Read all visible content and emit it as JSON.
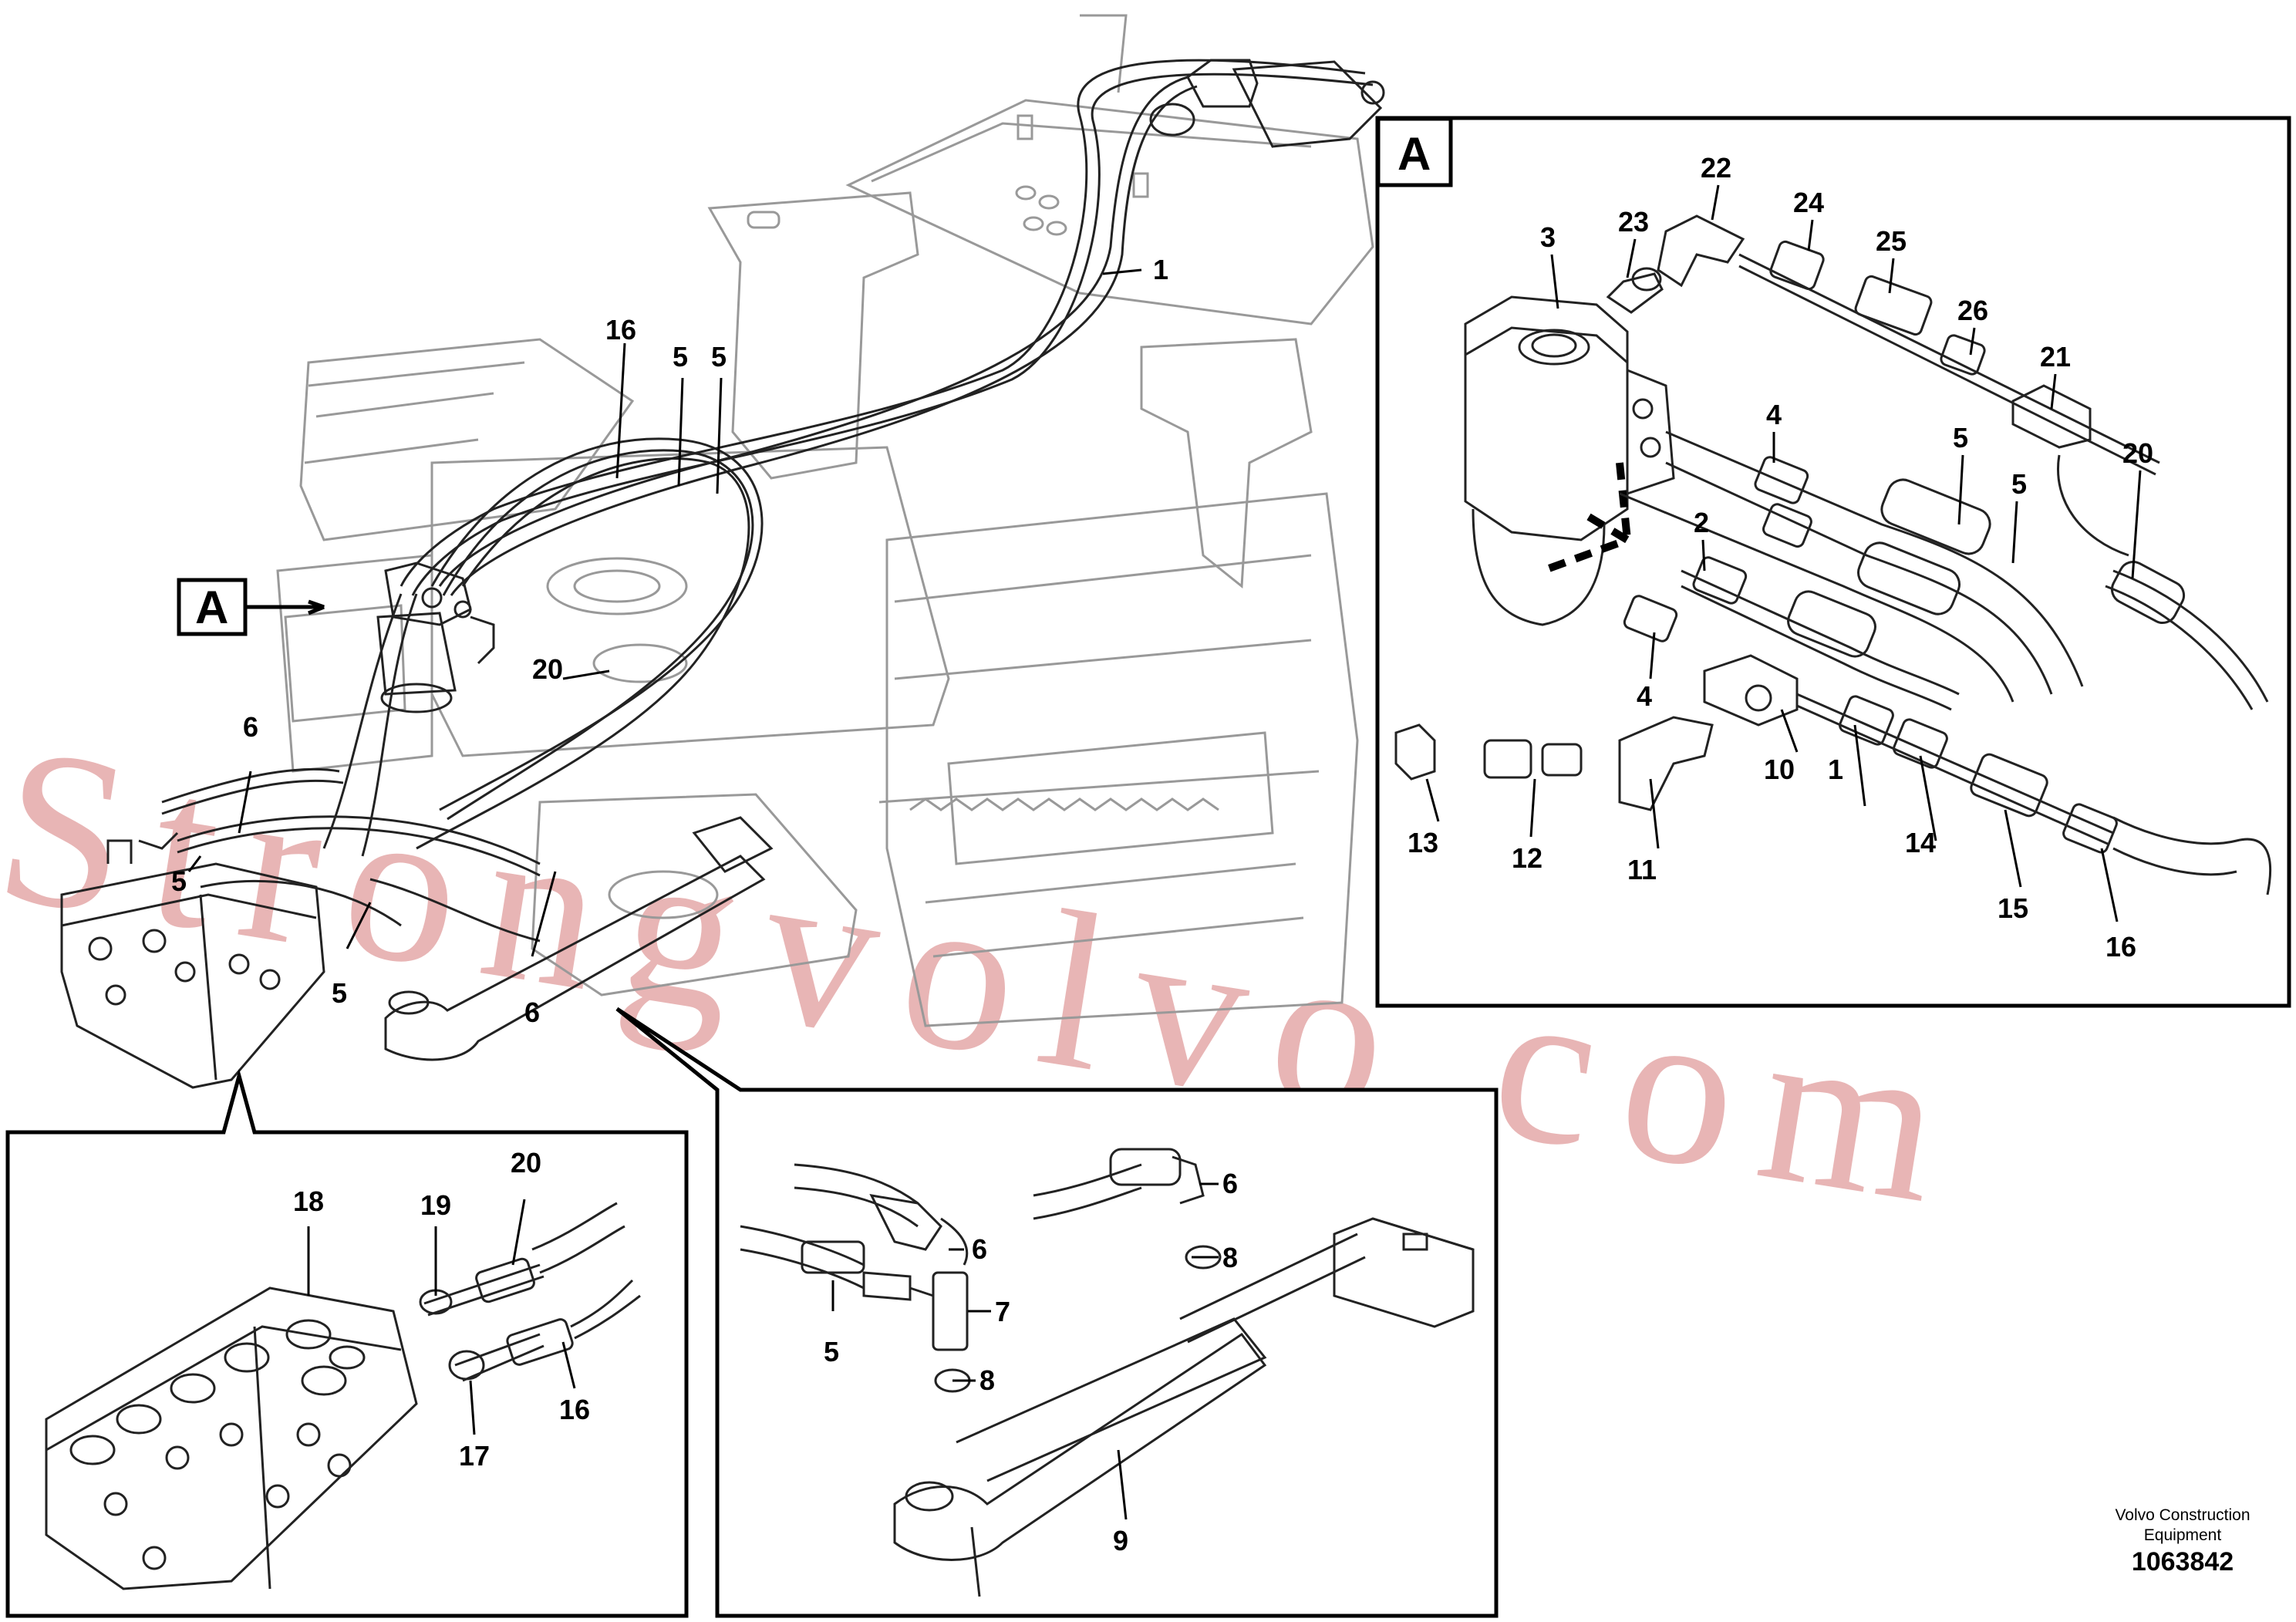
{
  "diagram": {
    "callouts": {
      "detail_a_ref": "A",
      "main_ref": "A"
    },
    "main_labels": {
      "l1": "1",
      "l16": "16",
      "l5a": "5",
      "l5b": "5",
      "l20": "20",
      "l6a": "6",
      "l5c": "5",
      "l5d": "5",
      "l6b": "6"
    },
    "detail_a_labels": {
      "l23": "23",
      "l22": "22",
      "l24": "24",
      "l25": "25",
      "l26": "26",
      "l21": "21",
      "l3": "3",
      "l4a": "4",
      "l5a": "5",
      "l5b": "5",
      "l20": "20",
      "l2": "2",
      "l4b": "4",
      "l10": "10",
      "l1": "1",
      "l14": "14",
      "l13": "13",
      "l12": "12",
      "l11": "11",
      "l15": "15",
      "l16": "16"
    },
    "valve_detail_labels": {
      "l18": "18",
      "l19": "19",
      "l20": "20",
      "l16": "16",
      "l17": "17"
    },
    "cylinder_detail_labels": {
      "l6a": "6",
      "l6b": "6",
      "l8a": "8",
      "l7": "7",
      "l5": "5",
      "l8b": "8",
      "l9": "9"
    }
  },
  "watermark": "Strongvolvo.com",
  "footer": {
    "company": "Volvo Construction Equipment",
    "drawing_number": "1063842"
  }
}
